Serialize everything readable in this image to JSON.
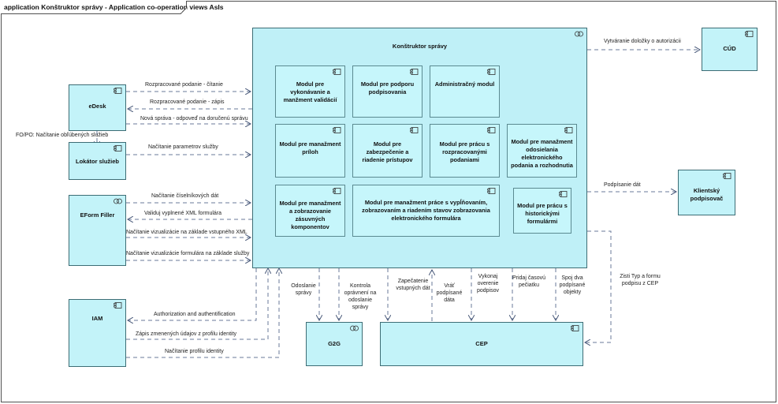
{
  "diagram": {
    "title": "application Konštruktor správy - Application co-operation views AsIs"
  },
  "components": {
    "konstruktor": "Konštruktor správy",
    "cud": "CÚD",
    "edesk": "eDesk",
    "lokator": "Lokátor služieb",
    "eform": "EForm Filler",
    "iam": "IAM",
    "g2g": "G2G",
    "cep": "CEP",
    "klientsky": "Klientský podpisovač"
  },
  "modules": {
    "m1": "Modul pre vykonávanie a manžment validácií",
    "m2": "Modul pre podporu podpisovania",
    "m3": "Administračný modul",
    "m4": "Modul pre manažment príloh",
    "m5": "Modul pre zabezpečenie a riadenie prístupov",
    "m6": "Modul pre prácu s rozpracovanými podaniami",
    "m7": "Modul pre manažment odosielania elektronického podania a rozhodnutia",
    "m8": "Modul pre manažment a zobrazovanie zásuvných komponentov",
    "m9": "Modul pre manažment práce s vypĺňovaním, zobrazovaním a riadením stavov zobrazovania elektronického formulára",
    "m10": "Modul pre prácu s historickými formulármi"
  },
  "flows": {
    "doložka": "Vytváranie doložky o autorizácii",
    "rozp_citanie": "Rozpracované podanie - čítanie",
    "rozp_zapis": "Rozpracované podanie - zápis",
    "nova_sprava": "Nová správa - odpoveď na doručenú správu",
    "fopo": "FO/PO: Načítanie obľúbených služieb",
    "parametre": "Načítanie parametrov služby",
    "ciselniky": "Načítanie číselníkových dát",
    "validuj": "Validuj vyplnené XML formulára",
    "viz_xml": "Načítanie vizualizácie na základe vstupného XML",
    "viz_sluzba": "Načítanie vizualizácie formulára na základe služby",
    "authz": "Authorization and authentification",
    "zapis_profil": "Zápis zmenených údajov z profilu identity",
    "nacitanie_profil": "Načítanie profilu identity",
    "odoslanie": "Odoslanie správy",
    "kontrola": "Kontrola oprávnení na odoslanie správy",
    "zapecatenie": "Zapečatenie vstupných dát",
    "vrat": "Vráť podpísané dáta",
    "overenie": "Vykonaj overenie podpisov",
    "peciatka": "Pridaj časovú pečiatku",
    "spoj": "Spoj dva podpísané objekty",
    "podpisanie": "Podpísanie dát",
    "zisti_typ": "Zisti Typ a formu podpisu z CEP"
  },
  "colors": {
    "component_fill": "#c3f3f9",
    "component_border": "#3d6d75",
    "connector": "#6a7a9a"
  }
}
